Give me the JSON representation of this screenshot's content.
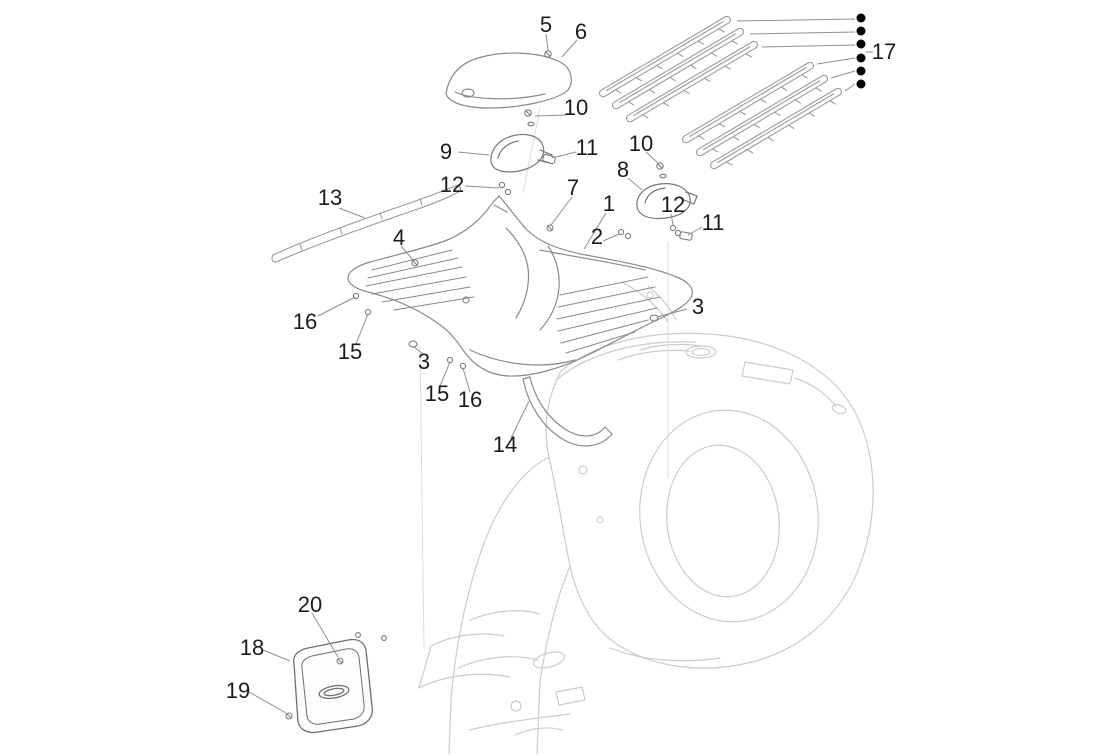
{
  "diagram": {
    "type": "exploded-parts-diagram",
    "background_color": "#ffffff",
    "art_color_light": "#cccccc",
    "art_color_mid": "#9a9a9a",
    "art_color_dark": "#6e6e6e",
    "leader_color": "#8f8f8f",
    "label_color": "#1c1c1c",
    "dot_color": "#000000"
  },
  "callouts": [
    {
      "label": "5"
    },
    {
      "label": "6"
    },
    {
      "label": "10"
    },
    {
      "label": "9"
    },
    {
      "label": "11"
    },
    {
      "label": "12"
    },
    {
      "label": "10"
    },
    {
      "label": "8"
    },
    {
      "label": "7"
    },
    {
      "label": "1"
    },
    {
      "label": "12"
    },
    {
      "label": "2"
    },
    {
      "label": "11"
    },
    {
      "label": "13"
    },
    {
      "label": "4"
    },
    {
      "label": "3"
    },
    {
      "label": "16"
    },
    {
      "label": "15"
    },
    {
      "label": "3"
    },
    {
      "label": "15"
    },
    {
      "label": "16"
    },
    {
      "label": "14"
    },
    {
      "label": "17"
    },
    {
      "label": "20"
    },
    {
      "label": "18"
    },
    {
      "label": "19"
    }
  ]
}
